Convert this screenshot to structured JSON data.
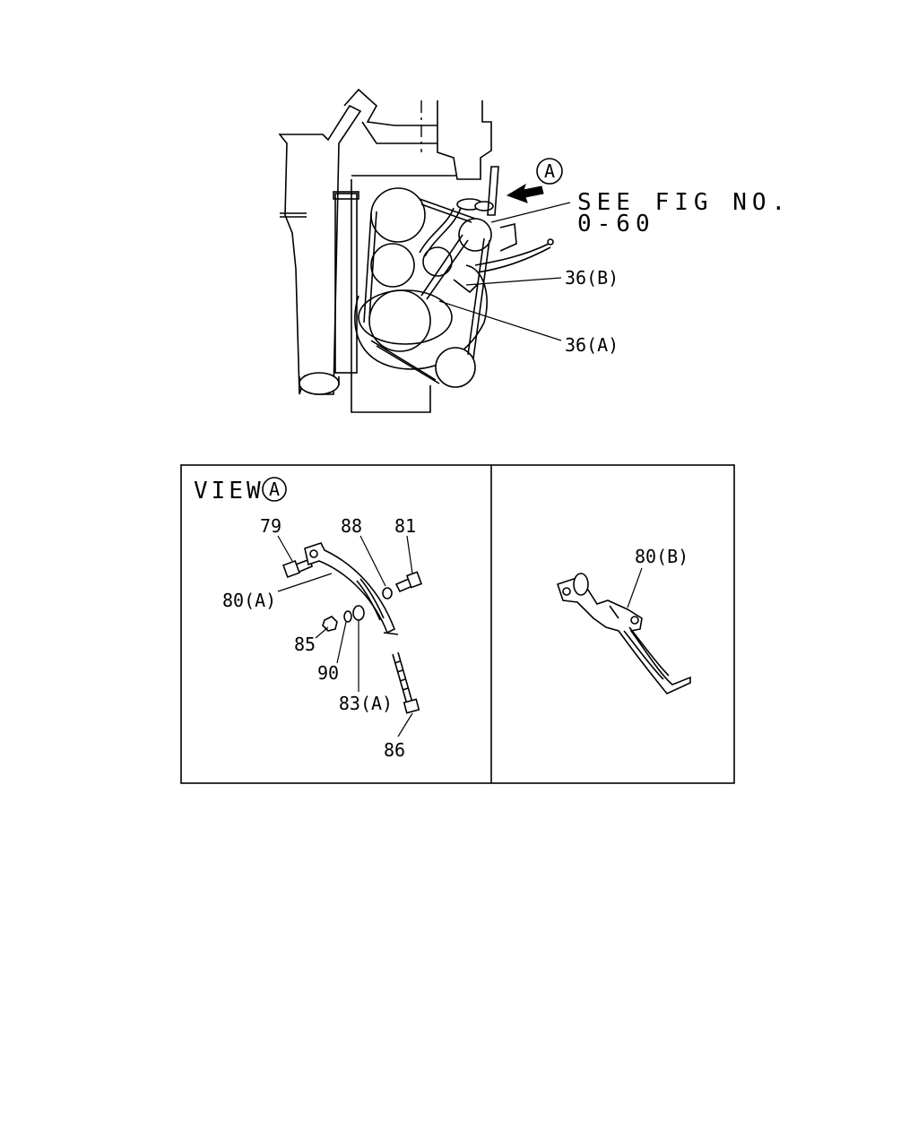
{
  "ref": {
    "circle_letter": "A",
    "see_line1": "SEE FIG NO.",
    "see_line2": "0-60"
  },
  "callouts": {
    "belt_b": "36(B)",
    "belt_a": "36(A)"
  },
  "view_a": {
    "title": "VIEW",
    "circle_letter": "A",
    "parts": {
      "p79": "79",
      "p88": "88",
      "p81": "81",
      "p80a": "80(A)",
      "p85": "85",
      "p90": "90",
      "p83a": "83(A)",
      "p86": "86"
    }
  },
  "alt_view": {
    "p80b": "80(B)"
  }
}
